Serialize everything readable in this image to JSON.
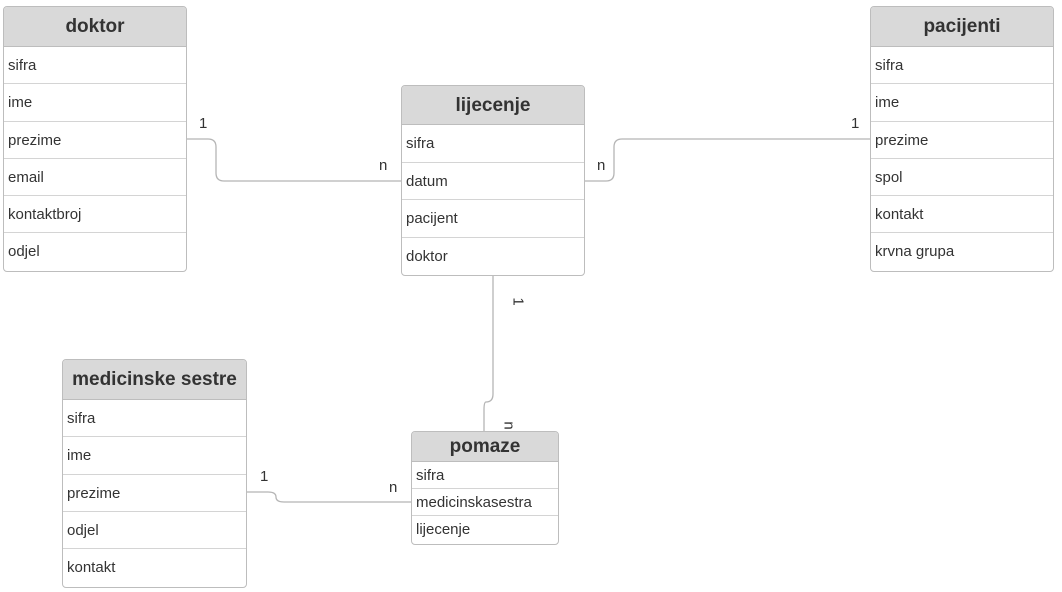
{
  "entities": {
    "doktor": {
      "title": "doktor",
      "attributes": [
        "sifra",
        "ime",
        "prezime",
        "email",
        "kontaktbroj",
        "odjel"
      ]
    },
    "pacijenti": {
      "title": "pacijenti",
      "attributes": [
        "sifra",
        "ime",
        "prezime",
        "spol",
        "kontakt",
        "krvna grupa"
      ]
    },
    "lijecenje": {
      "title": "lijecenje",
      "attributes": [
        "sifra",
        "datum",
        "pacijent",
        "doktor"
      ]
    },
    "medicinske_sestre": {
      "title": "medicinske sestre",
      "attributes": [
        "sifra",
        "ime",
        "prezime",
        "odjel",
        "kontakt"
      ]
    },
    "pomaze": {
      "title": "pomaze",
      "attributes": [
        "sifra",
        "medicinskasestra",
        "lijecenje"
      ]
    }
  },
  "relationships": [
    {
      "from": "doktor",
      "to": "lijecenje",
      "from_card": "1",
      "to_card": "n"
    },
    {
      "from": "pacijenti",
      "to": "lijecenje",
      "from_card": "1",
      "to_card": "n"
    },
    {
      "from": "lijecenje",
      "to": "pomaze",
      "from_card": "1",
      "to_card": "n"
    },
    {
      "from": "medicinske_sestre",
      "to": "pomaze",
      "from_card": "1",
      "to_card": "n"
    }
  ],
  "colors": {
    "header_bg": "#d9d9d9",
    "border": "#bdbdbd",
    "line": "#b5b5b5",
    "text": "#333333"
  }
}
